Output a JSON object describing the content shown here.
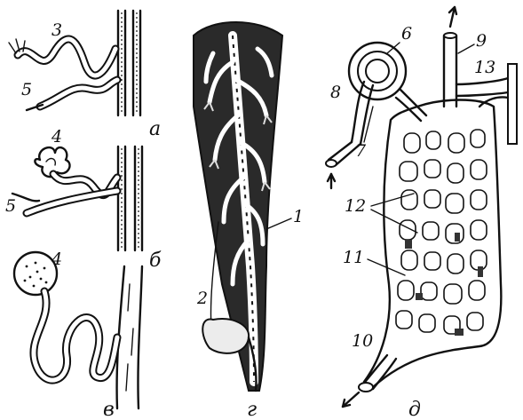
{
  "figure": {
    "panels": [
      {
        "id": "a",
        "letter": "а"
      },
      {
        "id": "b",
        "letter": "б"
      },
      {
        "id": "v",
        "letter": "в"
      },
      {
        "id": "g",
        "letter": "г"
      },
      {
        "id": "d",
        "letter": "д"
      }
    ],
    "labels": {
      "n1": "1",
      "n2": "2",
      "n3": "3",
      "n4a": "4",
      "n4b": "4",
      "n5a": "5",
      "n5b": "5",
      "n6": "6",
      "n7": "7",
      "n8": "8",
      "n9": "9",
      "n10": "10",
      "n11": "11",
      "n12": "12",
      "n13": "13"
    }
  }
}
